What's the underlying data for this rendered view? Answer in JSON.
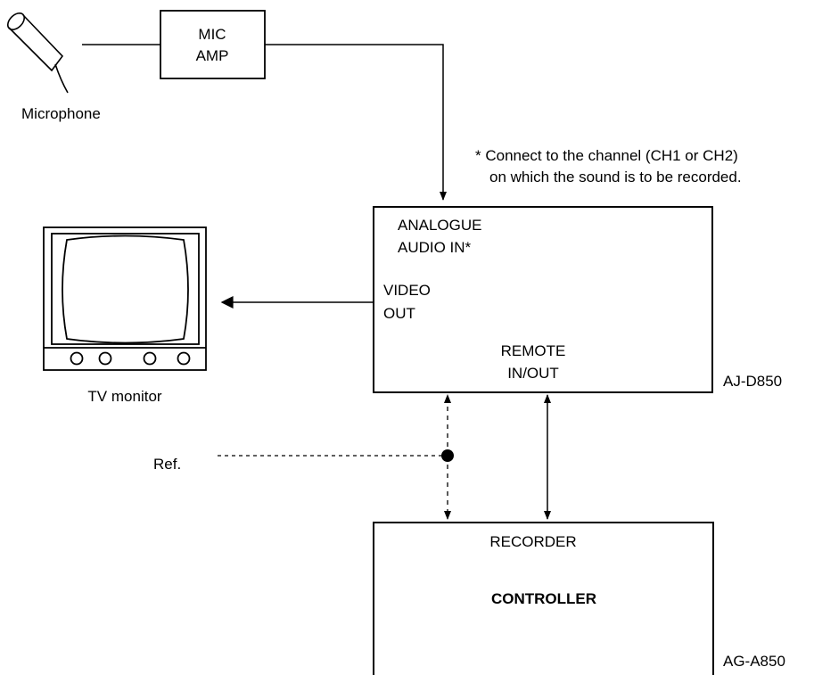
{
  "microphone": {
    "label": "Microphone"
  },
  "mic_amp": {
    "line1": "MIC",
    "line2": "AMP"
  },
  "note": {
    "line1": "* Connect to the channel (CH1 or CH2)",
    "line2": "on which the sound is to be recorded."
  },
  "vtr": {
    "model": "AJ-D850",
    "audio_in_line1": "ANALOGUE",
    "audio_in_line2": "AUDIO IN*",
    "video_out_line1": "VIDEO",
    "video_out_line2": "OUT",
    "remote_line1": "REMOTE",
    "remote_line2": "IN/OUT"
  },
  "tv_monitor": {
    "label": "TV monitor"
  },
  "ref": {
    "label": "Ref."
  },
  "controller": {
    "model": "AG-A850",
    "top_label": "RECORDER",
    "title": "CONTROLLER"
  }
}
